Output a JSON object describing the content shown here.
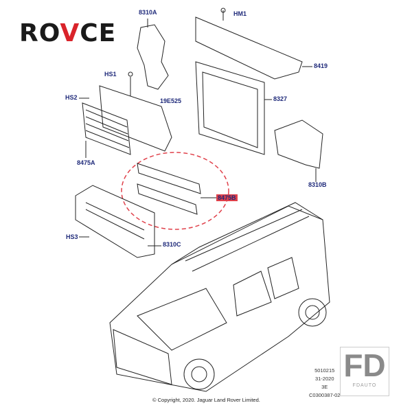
{
  "logo": {
    "text": "ROVCE",
    "left": "RO",
    "accent": "V",
    "right": "CE",
    "accent_color": "#d9232a"
  },
  "labels": {
    "l8310A": "8310A",
    "HM1": "HM1",
    "HS1": "HS1",
    "l8419": "8419",
    "HS2": "HS2",
    "l19E525": "19E525",
    "l8327": "8327",
    "l8475A": "8475A",
    "l8310B": "8310B",
    "l8475B": "8475B",
    "HS3": "HS3",
    "l8310C": "8310C"
  },
  "highlight_color": "#e0404a",
  "meta": {
    "line1": "5010215",
    "line2": "31-2020",
    "line3": "3E",
    "line4": "C0300387-02"
  },
  "watermark": {
    "big": "FD",
    "small": "FDAUTO"
  },
  "copyright": "© Copyright, 2020. Jaguar Land Rover Limited."
}
